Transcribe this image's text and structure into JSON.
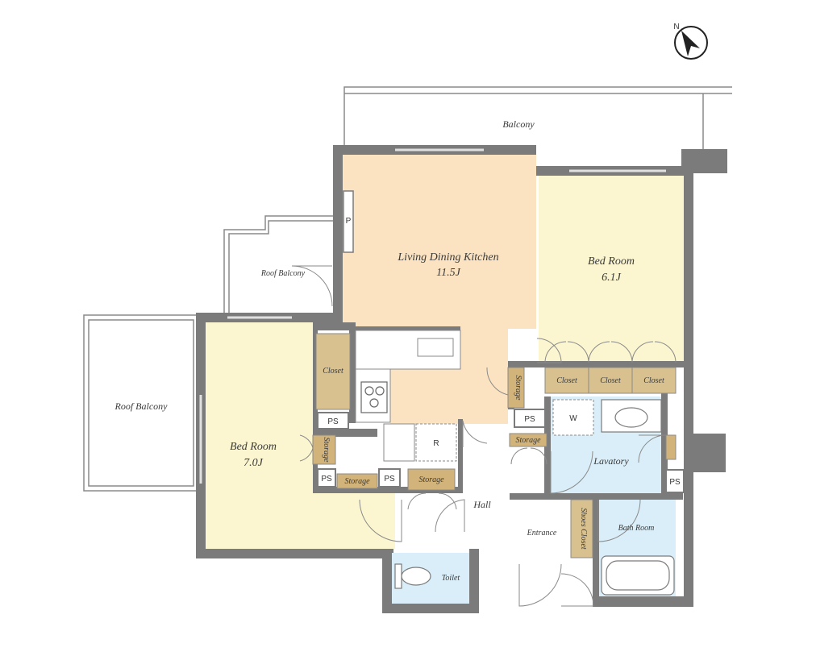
{
  "colors": {
    "wall": "#7b7b7b",
    "living": "#fbe3c2",
    "bedroom": "#fbf6d0",
    "wet": "#d9eef8",
    "closet": "#d8c18f",
    "storage": "#d2b37a",
    "floor": "#ffffff",
    "outline": "#8a8a8a"
  },
  "compass": {
    "north_label": "N"
  },
  "balcony": {
    "label": "Balcony"
  },
  "roof_balcony_top": {
    "label": "Roof Balcony"
  },
  "roof_balcony_left": {
    "label": "Roof Balcony"
  },
  "ldk": {
    "name": "Living Dining Kitchen",
    "size": "11.5J"
  },
  "bedroom_right": {
    "name": "Bed Room",
    "size": "6.1J"
  },
  "bedroom_left": {
    "name": "Bed Room",
    "size": "7.0J"
  },
  "closets": {
    "left": "Closet",
    "right": [
      "Closet",
      "Closet",
      "Closet"
    ],
    "shoes": "Shoes Closet"
  },
  "storage": {
    "s1": "Storage",
    "s2": "Storage",
    "s3": "Storage",
    "s4": "Storage",
    "s5": "Storage"
  },
  "ps_labels": [
    "PS",
    "PS",
    "PS",
    "PS",
    "PS"
  ],
  "p_label": "P",
  "fridge_label": "R",
  "washer_label": "W",
  "rooms": {
    "hall": "Hall",
    "lavatory": "Lavatory",
    "bath": "Bath Room",
    "entrance": "Entrance",
    "toilet": "Toilet"
  }
}
